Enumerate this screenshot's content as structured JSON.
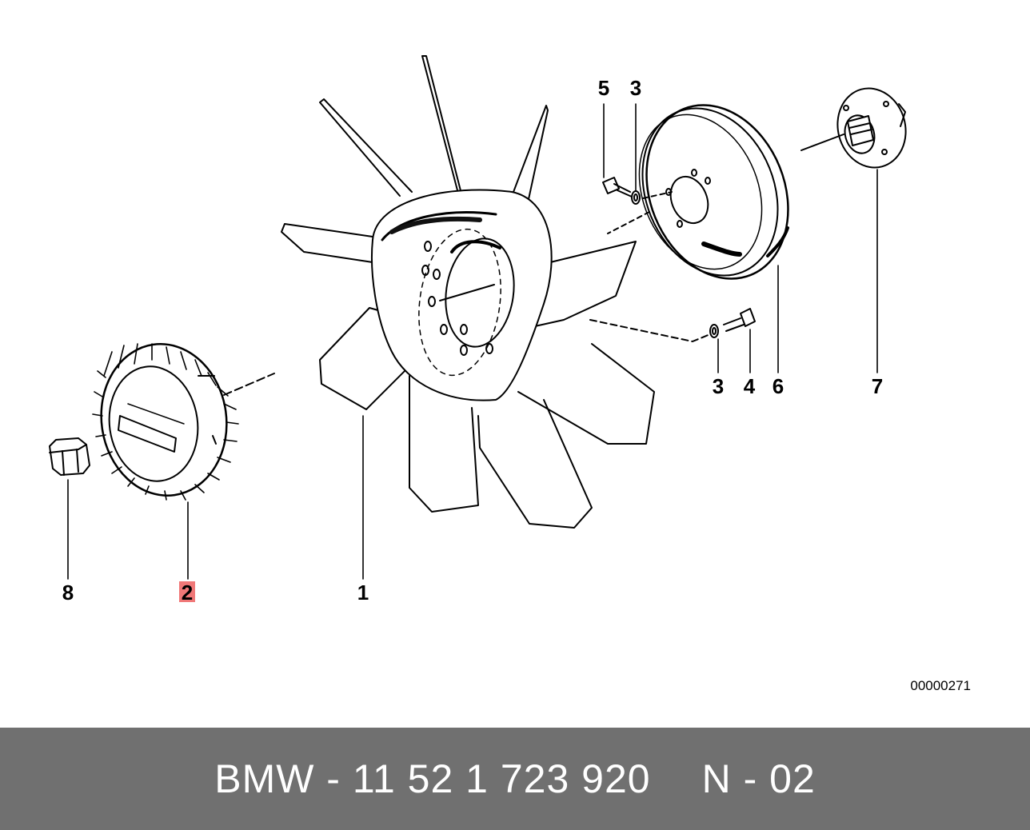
{
  "diagram": {
    "labels": {
      "fan": "1",
      "viscous_clutch": "2",
      "washer_top": "3",
      "washer_bottom": "3",
      "bolt_bottom": "4",
      "bolt_top": "5",
      "pulley": "6",
      "hub": "7",
      "nut": "8"
    },
    "highlighted_label": "2",
    "highlight_color": "#f07878",
    "reference_code": "00000271"
  },
  "footer": {
    "part_number": "BMW - 11 52 1 723 920",
    "page_code": "N - 02",
    "background_color": "#707070"
  }
}
